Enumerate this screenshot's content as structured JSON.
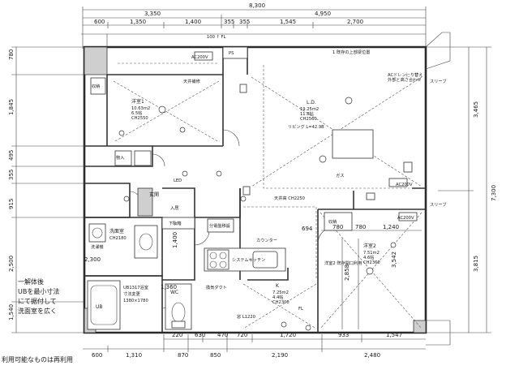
{
  "dimensions": {
    "top_total": "8,300",
    "top_sub": [
      "3,350",
      "4,950"
    ],
    "top_detail": [
      "600",
      "1,350",
      "1,400",
      "355",
      "355",
      "1,545",
      "2,700"
    ],
    "bottom_detail": [
      "220",
      "630",
      "470",
      "720",
      "1,720",
      "933",
      "1,547"
    ],
    "bottom_main": [
      "600",
      "1,310",
      "870",
      "850",
      "2,190",
      "2,480"
    ],
    "left": [
      "780",
      "1,845",
      "495",
      "355",
      "915",
      "2,500",
      "1,540"
    ],
    "right_outer": "7,300",
    "right_inner": [
      "3,465",
      "3,815"
    ],
    "interior": [
      "780",
      "780",
      "1,240",
      "694",
      "1,400",
      "2,858",
      "3,542",
      "1,360",
      "2,300"
    ]
  },
  "rooms": {
    "western1": {
      "name": "洋室1",
      "area": "10.63m2",
      "tatami": "6.5帖",
      "height": "CH2550"
    },
    "ld": {
      "name": "L.D.",
      "area": "19.25m2",
      "tatami": "11.8帖",
      "height": "CH2560"
    },
    "kitchen": {
      "name": "K",
      "area": "7.25m2",
      "tatami": "4.4帖",
      "height": "CH2300"
    },
    "western2": {
      "name": "洋室2",
      "area": "7.51m2",
      "tatami": "4.6帖",
      "height": "CH2360"
    },
    "washroom": {
      "name": "洗面室",
      "height": "CH2180"
    },
    "entrance": {
      "name": "玄関"
    },
    "toilet": {
      "name": "WC"
    }
  },
  "labels": {
    "ps": "PS",
    "floor_level": "100 ↑ FL",
    "ac_l": "ACドレン辷り替え\n外部と高さ合わせ",
    "sleeve1": "スリーブ",
    "sleeve2": "スリーブ",
    "closet": "収納",
    "shoe": "下駄箱",
    "dist_board": "分電盤移設",
    "ub": "UB1317浴室\n寸法変更\n1380×1780",
    "ub_label": "UB",
    "ceiling_west1": "天井補修",
    "ceiling_lcd": "天井高 CH2250",
    "duct": "換気ダクト",
    "ac1": "AC200V",
    "ac2": "AC200V",
    "ac3": "AC200V",
    "gas": "ガス",
    "window": "窓 L1220",
    "fl": "FL",
    "kitchen_fixtures": "システムキッチン",
    "counter": "カウンター",
    "living_flooring": "リビング L=42.9B",
    "storage": "物入",
    "wash_item": "洗濯機",
    "entrance_item": "入居",
    "light1": "LED",
    "note_west2": "洋室2 既存開口利用",
    "note_ld": "1 既存の上部梁位置",
    "note_bottom": "利用可能なものは再利用",
    "left_note": "一解体後\nUBを最小寸法\nにて据付して\n洗面室を広く"
  }
}
